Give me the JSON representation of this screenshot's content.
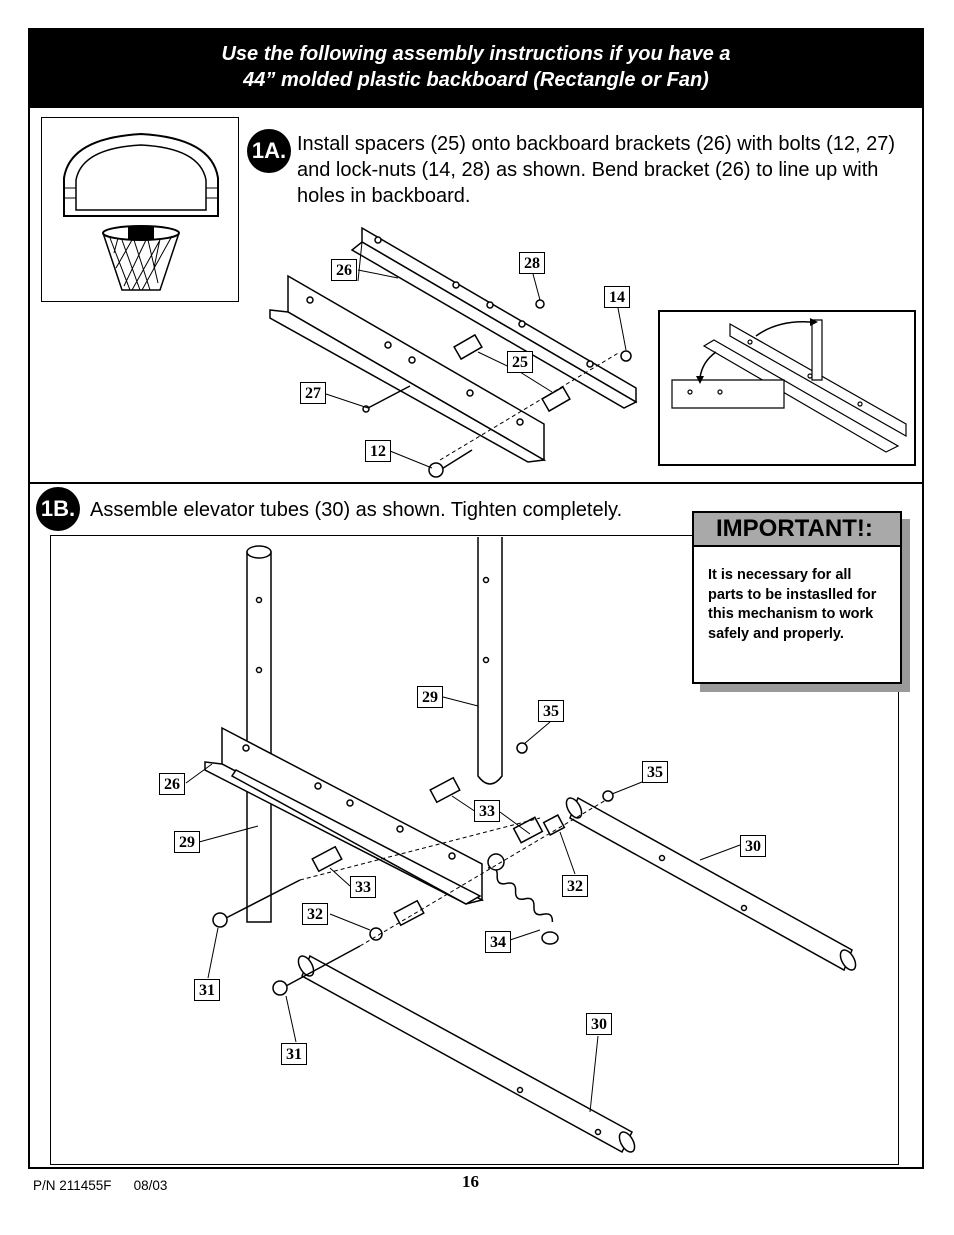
{
  "header": {
    "line1": "Use the following assembly instructions if you have a",
    "line2": "44” molded plastic backboard (Rectangle or Fan)"
  },
  "step_1a": {
    "badge": "1A.",
    "text": "Install spacers (25) onto backboard brackets (26) with bolts (12, 27) and lock-nuts (14, 28) as shown. Bend bracket (26) to line up with holes in backboard.",
    "callouts": {
      "c26": "26",
      "c28": "28",
      "c14": "14",
      "c25": "25",
      "c27": "27",
      "c12": "12"
    }
  },
  "step_1b": {
    "badge": "1B.",
    "text": "Assemble elevator tubes (30) as shown. Tighten completely.",
    "callouts": {
      "c29a": "29",
      "c35a": "35",
      "c35b": "35",
      "c26": "26",
      "c33a": "33",
      "c30a": "30",
      "c29b": "29",
      "c33b": "33",
      "c32a": "32",
      "c32b": "32",
      "c34": "34",
      "c31a": "31",
      "c30b": "30",
      "c31b": "31"
    }
  },
  "important": {
    "title": "IMPORTANT!:",
    "body": "It is necessary for all parts to be instaslled for this mechanism to work safely and properly."
  },
  "footer": {
    "part_number": "P/N 211455F",
    "date": "08/03",
    "page_number": "16"
  }
}
